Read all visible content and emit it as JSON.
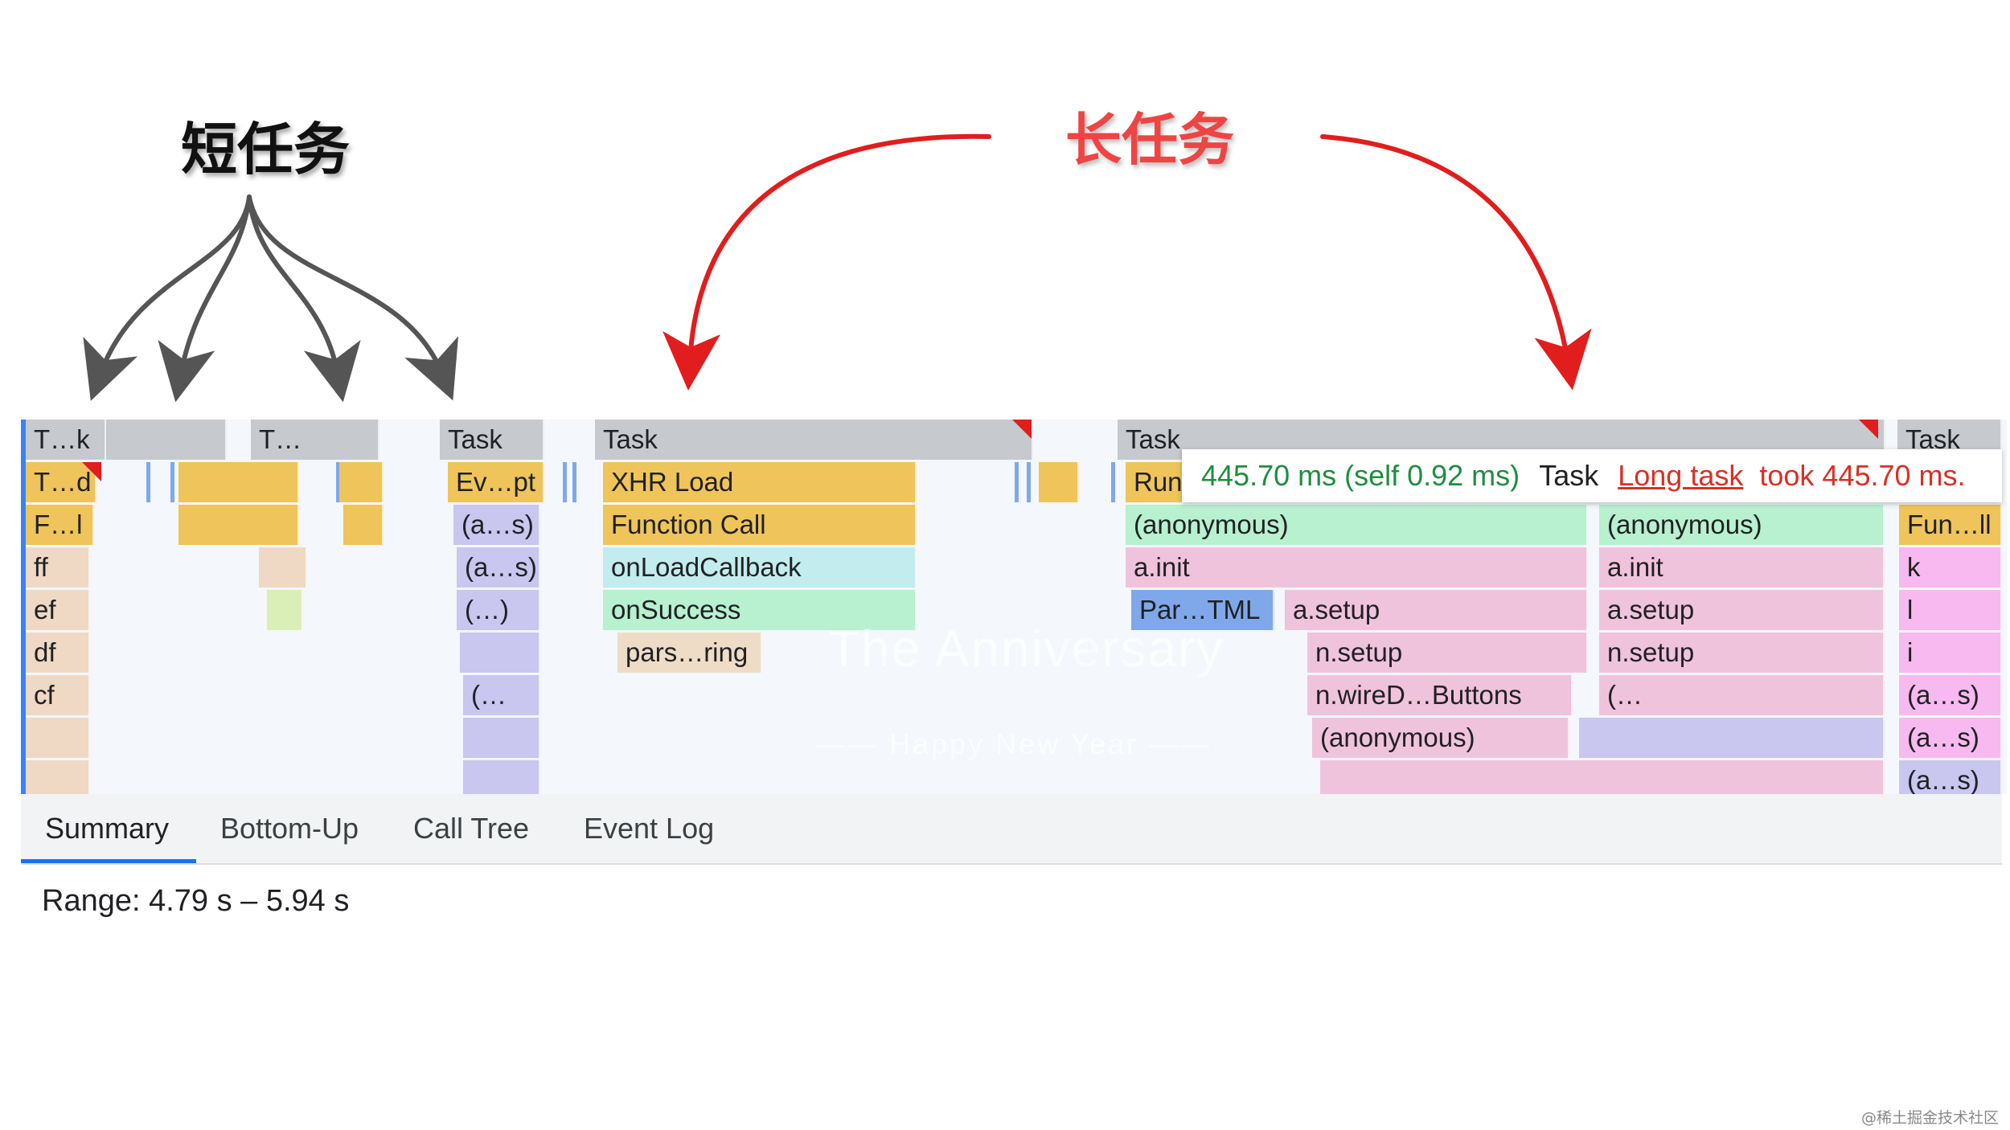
{
  "annotations": {
    "short_tasks": "短任务",
    "long_tasks": "长任务"
  },
  "flame": {
    "row0": [
      "T…k",
      "T…",
      "Task",
      "Task",
      "Task",
      "Task"
    ],
    "row1": [
      "T…d",
      "Ev…pt",
      "XHR Load",
      "Run"
    ],
    "row2": [
      "F…l",
      "(a…s)",
      "Function Call",
      "(anonymous)",
      "(anonymous)",
      "Fun…ll"
    ],
    "row3": [
      "ff",
      "(a…s)",
      "onLoadCallback",
      "a.init",
      "a.init",
      "k"
    ],
    "row4": [
      "ef",
      "(…)",
      "onSuccess",
      "Par…TML",
      "a.setup",
      "a.setup",
      "l"
    ],
    "row5": [
      "df",
      "pars…ring",
      "n.setup",
      "n.setup",
      "i"
    ],
    "row6": [
      "cf",
      "(…",
      "n.wireD…Buttons",
      "(…",
      "(a…s)"
    ],
    "row7": [
      "(anonymous)",
      "(a…s)"
    ],
    "row8": [
      "(a…s)"
    ]
  },
  "tooltip": {
    "time": "445.70 ms (self 0.92 ms)",
    "name": "Task",
    "link": "Long task",
    "rest": "took 445.70 ms."
  },
  "watermark": {
    "title": "The Anniversary",
    "subtitle": "—— Happy New Year ——"
  },
  "tabs": [
    "Summary",
    "Bottom-Up",
    "Call Tree",
    "Event Log"
  ],
  "range": "Range: 4.79 s – 5.94 s",
  "credit": "@稀土掘金技术社区",
  "colors": {
    "task": "#c6c9ce",
    "scripting": "#efc45a",
    "arrow_short": "#555555",
    "arrow_long": "#e11d1d",
    "tab_active": "#1a73e8"
  }
}
